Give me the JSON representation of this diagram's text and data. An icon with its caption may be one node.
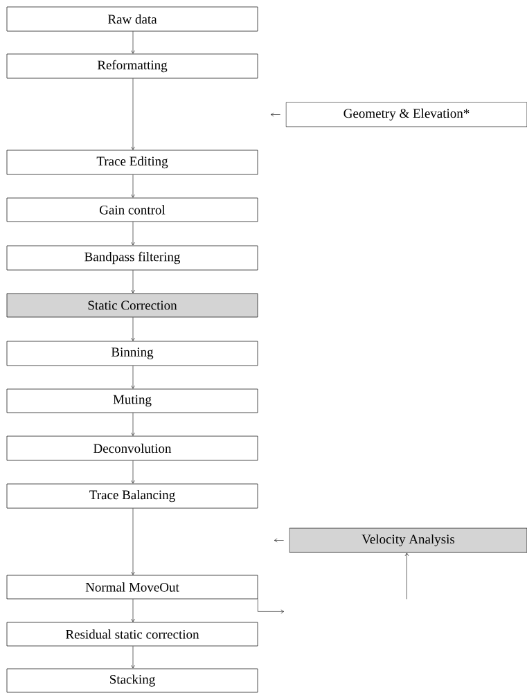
{
  "diagram": {
    "nodes": [
      {
        "text": [
          "Raw data"
        ]
      },
      {
        "text": [
          "Reformatting"
        ]
      },
      {
        "text": [
          "Geometry & Elevation*"
        ]
      },
      {
        "text": [
          "Trace Editing"
        ]
      },
      {
        "text": [
          "Gain control"
        ]
      },
      {
        "text": [
          "Bandpass filtering"
        ]
      },
      {
        "text": [
          "Static Correction"
        ]
      },
      {
        "text": [
          "Binning"
        ]
      },
      {
        "text": [
          "Muting"
        ]
      },
      {
        "text": [
          "Deconvolution"
        ]
      },
      {
        "text": [
          "Trace Balancing"
        ]
      },
      {
        "text": [
          "Velocity Analysis"
        ]
      },
      {
        "text": [
          "Normal MoveOut"
        ]
      },
      {
        "text": [
          "Residual static correction"
        ]
      },
      {
        "text": [
          "Stacking"
        ]
      }
    ],
    "edges": [
      {
        "from": 0,
        "to": 1,
        "arrow": "to"
      },
      {
        "from": 1,
        "to": 3,
        "arrow": "to"
      },
      {
        "from": 2,
        "to": null,
        "arrow": "to"
      },
      {
        "from": 3,
        "to": 4,
        "arrow": "to"
      },
      {
        "from": 4,
        "to": 5,
        "arrow": "to"
      },
      {
        "from": 5,
        "to": 6,
        "arrow": "to"
      },
      {
        "from": 6,
        "to": 7,
        "arrow": "to"
      },
      {
        "from": 7,
        "to": 8,
        "arrow": "to"
      },
      {
        "from": 8,
        "to": 9,
        "arrow": "to"
      },
      {
        "from": 9,
        "to": 10,
        "arrow": "to"
      },
      {
        "from": 10,
        "to": 12,
        "arrow": "to"
      },
      {
        "from": 11,
        "to": null,
        "arrow": "to"
      },
      {
        "from": null,
        "to": 11,
        "arrow": "to"
      },
      {
        "from": 12,
        "to": null,
        "arrow": "to"
      },
      {
        "from": 12,
        "to": 13,
        "arrow": "to"
      },
      {
        "from": 13,
        "to": 14,
        "arrow": "to"
      }
    ]
  }
}
